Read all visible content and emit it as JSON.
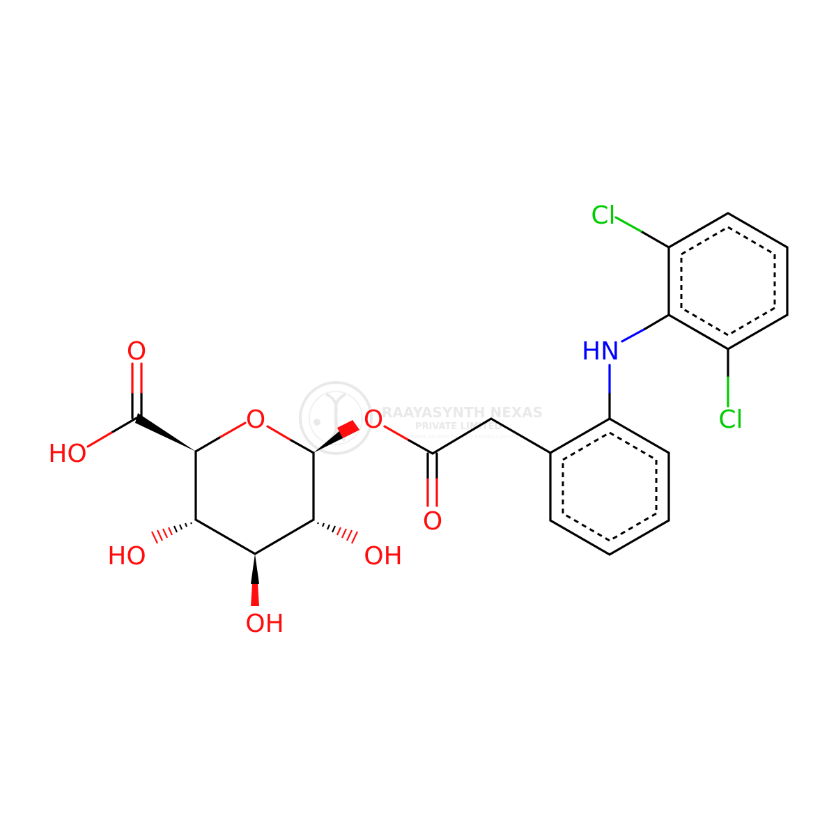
{
  "colors": {
    "bond": "#000000",
    "oxygen": "#ff0d0d",
    "nitrogen": "#0000ff",
    "chlorine": "#00cc00",
    "watermark": "#d8d8d8"
  },
  "watermark": {
    "name": "RAAYASYNTH NEXAS",
    "subtitle": "PRIVATE LIMITED",
    "tagline": "Complete solutions for every Industry's journey"
  },
  "atoms": {
    "o_ring": "O",
    "o_ester": "O",
    "o_carbonyl": "O",
    "o_acid_double": "O",
    "ho_acid": "HO",
    "ho_c4": "HO",
    "oh_c2": "OH",
    "oh_c3": "OH",
    "nh": "HN",
    "cl_top": "Cl",
    "cl_bottom": "Cl"
  }
}
